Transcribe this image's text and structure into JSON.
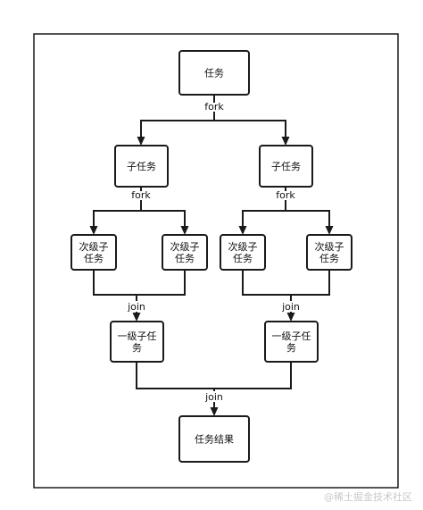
{
  "colors": {
    "stroke": "#1a1a1a",
    "background": "#ffffff",
    "watermark": "#c9c9c9"
  },
  "nodes": {
    "root": [
      "任务"
    ],
    "child_left": [
      "子任务"
    ],
    "child_right": [
      "子任务"
    ],
    "sub_1": [
      "次级子",
      "任务"
    ],
    "sub_2": [
      "次级子",
      "任务"
    ],
    "sub_3": [
      "次级子",
      "任务"
    ],
    "sub_4": [
      "次级子",
      "任务"
    ],
    "level1_left": [
      "一级子任",
      "务"
    ],
    "level1_right": [
      "一级子任",
      "务"
    ],
    "result": [
      "任务结果"
    ]
  },
  "edge_labels": {
    "fork_top": "fork",
    "fork_left": "fork",
    "fork_right": "fork",
    "join_left": "join",
    "join_right": "join",
    "join_bottom": "join"
  },
  "watermark": "@稀土掘金技术社区"
}
